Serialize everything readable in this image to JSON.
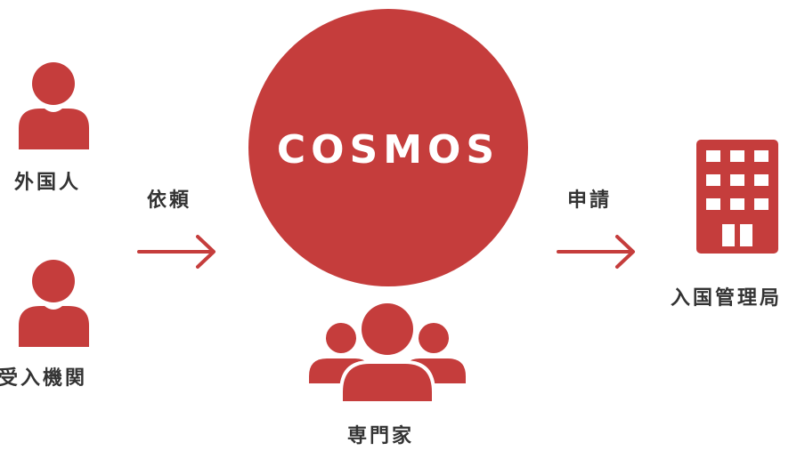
{
  "colors": {
    "accent": "#c53d3c",
    "text": "#333333"
  },
  "nodes": {
    "foreigner": {
      "label": "外国人",
      "icon": "person-icon"
    },
    "host_org": {
      "label": "受入機関",
      "icon": "person-icon"
    },
    "center": {
      "label": "COSMOS"
    },
    "experts": {
      "label": "専門家",
      "icon": "group-icon"
    },
    "immigration": {
      "label": "入国管理局",
      "icon": "building-icon"
    }
  },
  "edges": {
    "request": {
      "label": "依頼"
    },
    "apply": {
      "label": "申請"
    }
  }
}
